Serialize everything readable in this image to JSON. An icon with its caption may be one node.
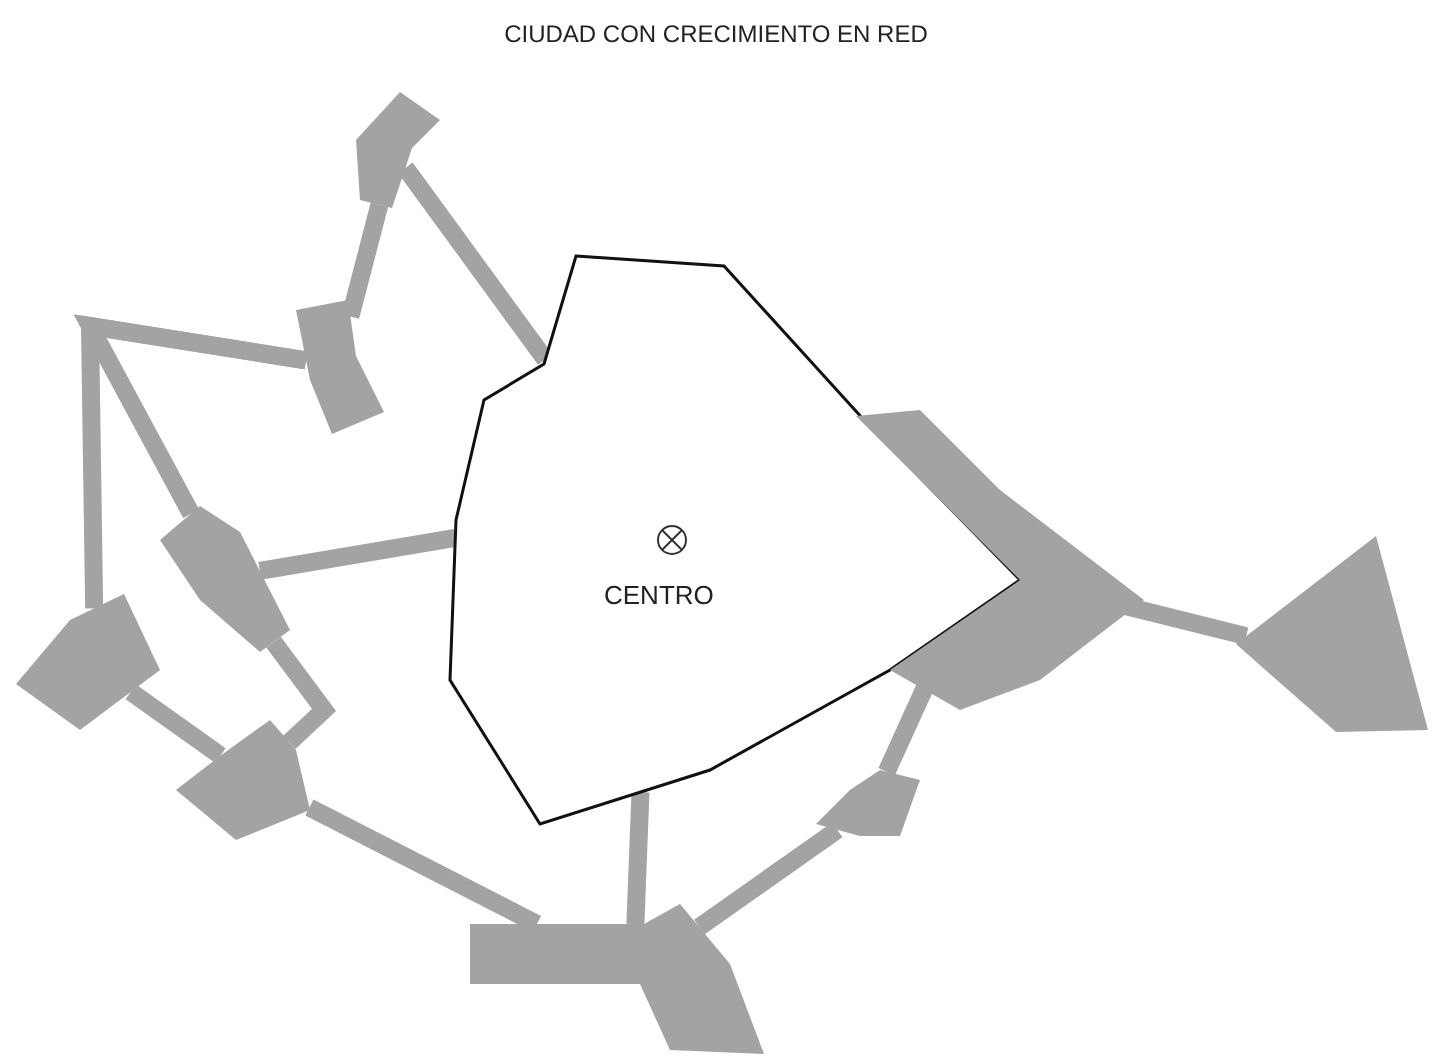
{
  "diagram": {
    "title": "CIUDAD CON CRECIMIENTO EN RED",
    "nodes": [
      {
        "text": [
          "CENTRO"
        ]
      },
      {
        "text": [],
        "shape": "polygon"
      },
      {
        "text": [],
        "shape": "polygon"
      },
      {
        "text": [],
        "shape": "polygon"
      },
      {
        "text": [],
        "shape": "polygon"
      },
      {
        "text": [],
        "shape": "polygon"
      },
      {
        "text": [],
        "shape": "polygon"
      },
      {
        "text": [],
        "shape": "polygon"
      },
      {
        "text": [],
        "shape": "polygon"
      },
      {
        "text": [],
        "shape": "polygon"
      }
    ],
    "edges": [
      {
        "from": 1,
        "to": 0,
        "arrow": "none"
      },
      {
        "from": 1,
        "to": 2,
        "arrow": "none"
      },
      {
        "from": 2,
        "to": 3,
        "arrow": "none"
      },
      {
        "from": 2,
        "to": 4,
        "arrow": "none"
      },
      {
        "from": 3,
        "to": 0,
        "arrow": "none"
      },
      {
        "from": 3,
        "to": 5,
        "arrow": "none"
      },
      {
        "from": 4,
        "to": 5,
        "arrow": "none"
      },
      {
        "from": 5,
        "to": 6,
        "arrow": "none"
      },
      {
        "from": 0,
        "to": 6,
        "arrow": "none"
      },
      {
        "from": 6,
        "to": 7,
        "arrow": "none"
      },
      {
        "from": 7,
        "to": 8,
        "arrow": "none"
      },
      {
        "from": 8,
        "to": 9,
        "arrow": "none"
      }
    ]
  }
}
